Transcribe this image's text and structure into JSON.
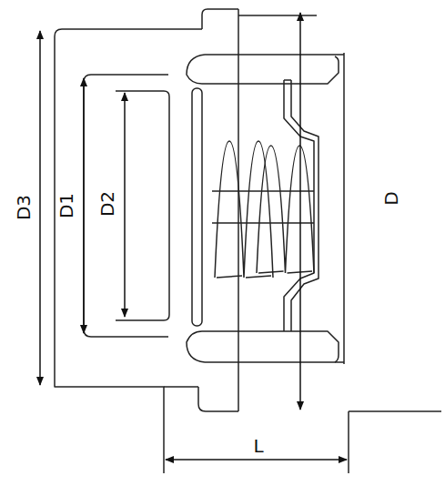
{
  "diagram": {
    "labels": [
      "D3",
      "D1",
      "D2",
      "D",
      "L"
    ]
  }
}
